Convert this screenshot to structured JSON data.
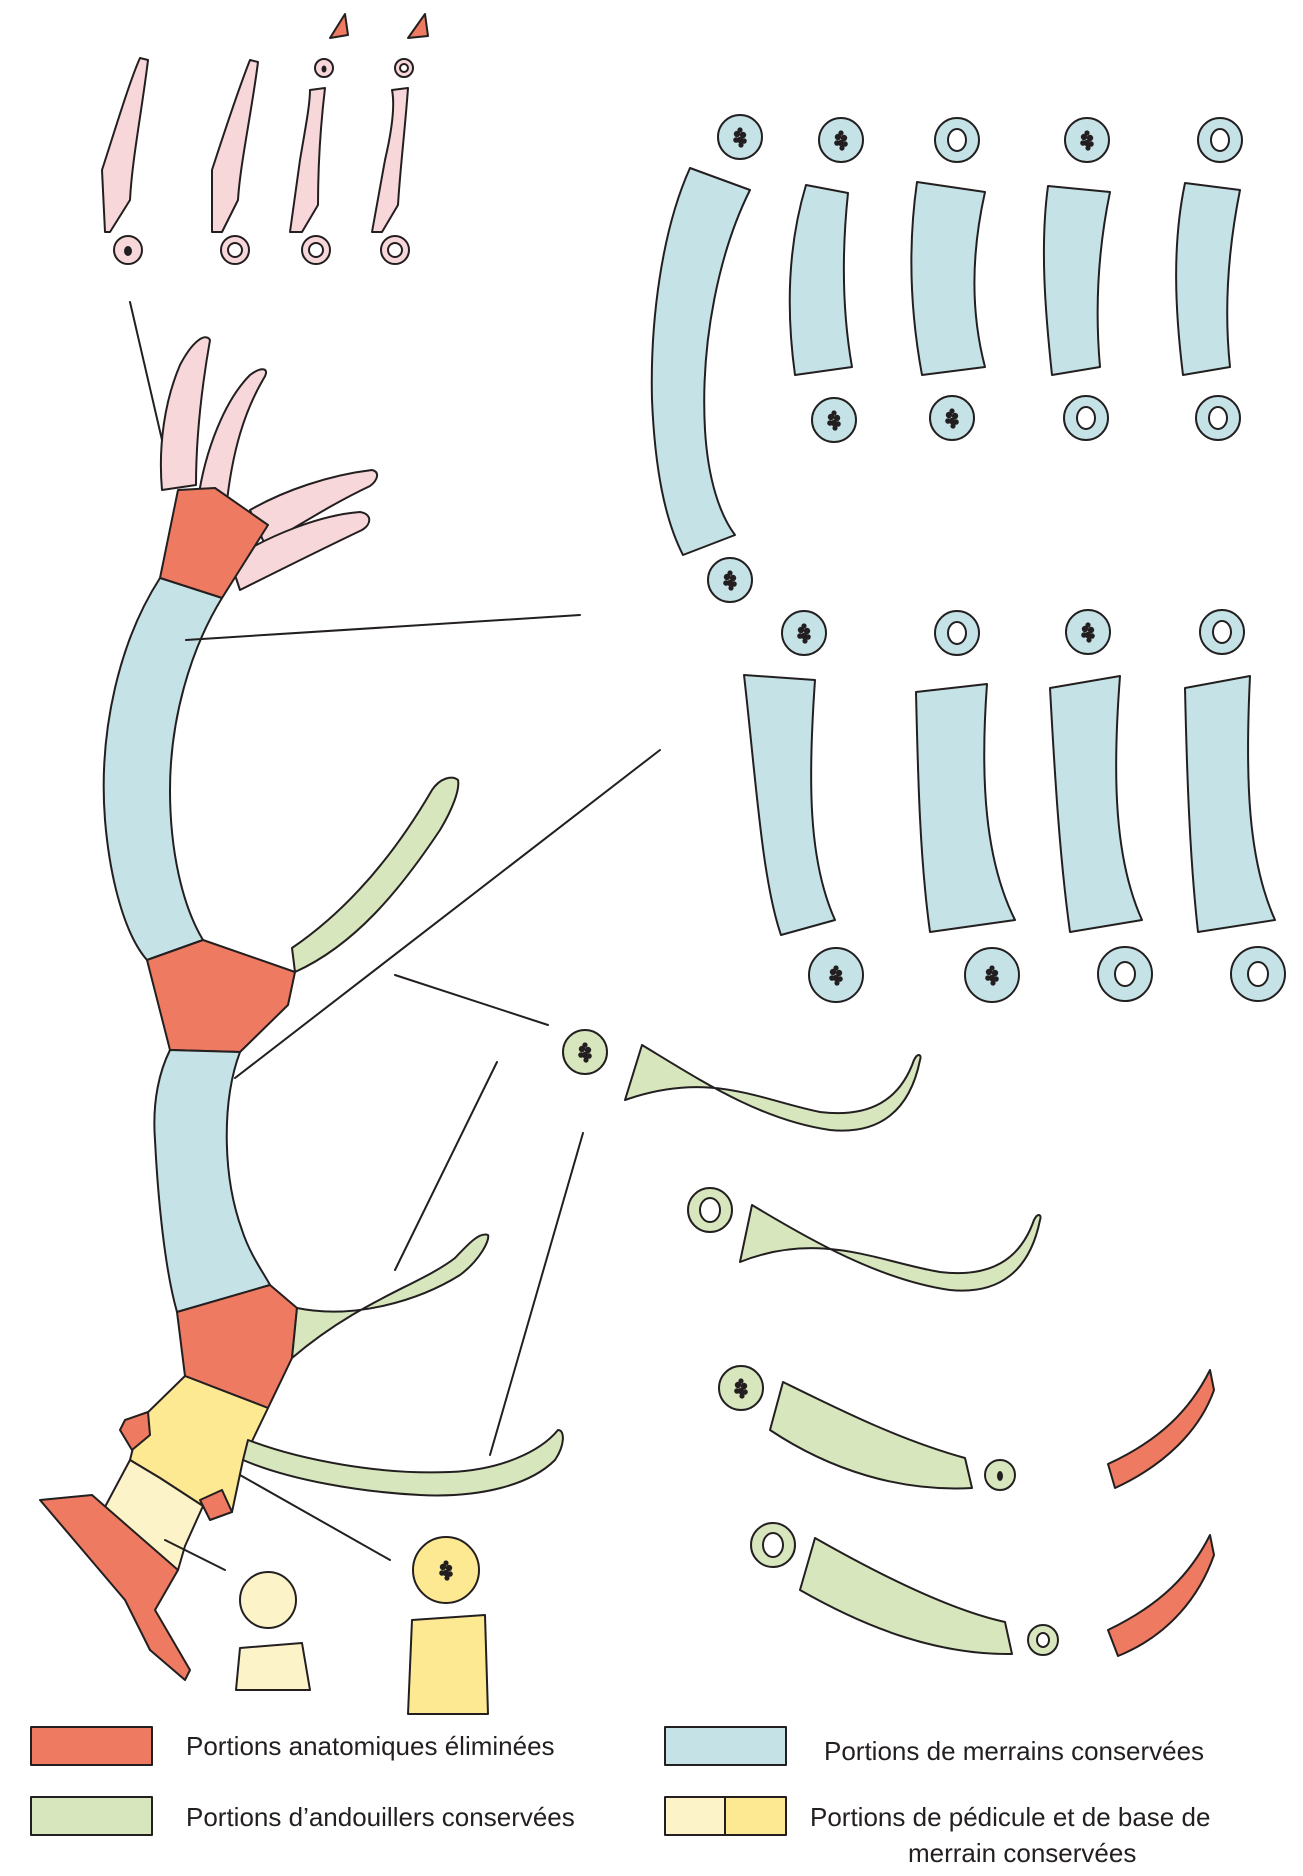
{
  "colors": {
    "eliminated": "#ed7a61",
    "beam": "#c5e3e6",
    "tine": "#d7e6bd",
    "pedicle": "#fdf3c9",
    "beam_base": "#fde992",
    "top_tines": "#f8d7da",
    "outline": "#231f20",
    "marrow": "#231f20"
  },
  "icons": {
    "antler": "antler-diagram-icon",
    "section": "cross-section-icon"
  },
  "legend": {
    "eliminated": "Portions anatomiques éliminées",
    "beam": "Portions de merrains conservées",
    "tine": "Portions d’andouillers conservées",
    "pedicle_line1": "Portions de pédicule et de base de",
    "pedicle_line2": "merrain conservées"
  }
}
